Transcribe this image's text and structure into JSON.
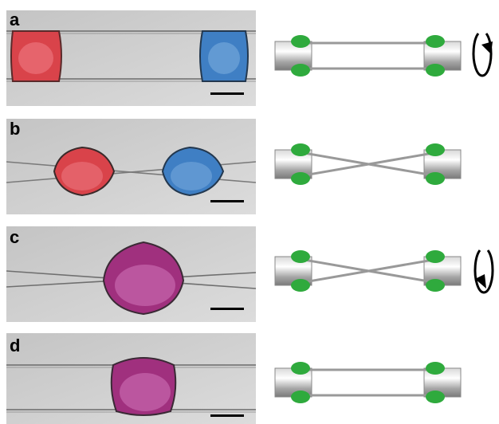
{
  "panels": [
    {
      "label": "a",
      "droplets": [
        "red",
        "blue"
      ],
      "fibers": "parallel",
      "rotation": "clockwise"
    },
    {
      "label": "b",
      "droplets": [
        "red",
        "blue"
      ],
      "fibers": "crossed",
      "rotation": "none"
    },
    {
      "label": "c",
      "droplets": [
        "purple"
      ],
      "fibers": "crossed",
      "rotation": "counterclockwise"
    },
    {
      "label": "d",
      "droplets": [
        "purple"
      ],
      "fibers": "parallel",
      "rotation": "none"
    }
  ],
  "colors": {
    "red": "#d9434a",
    "blue": "#3f7fc4",
    "purple": "#a0307e",
    "clamp_green": "#2faa3d",
    "background_gray": "#cdcdcd"
  },
  "icons": [
    "rotation-arrow-icon"
  ]
}
